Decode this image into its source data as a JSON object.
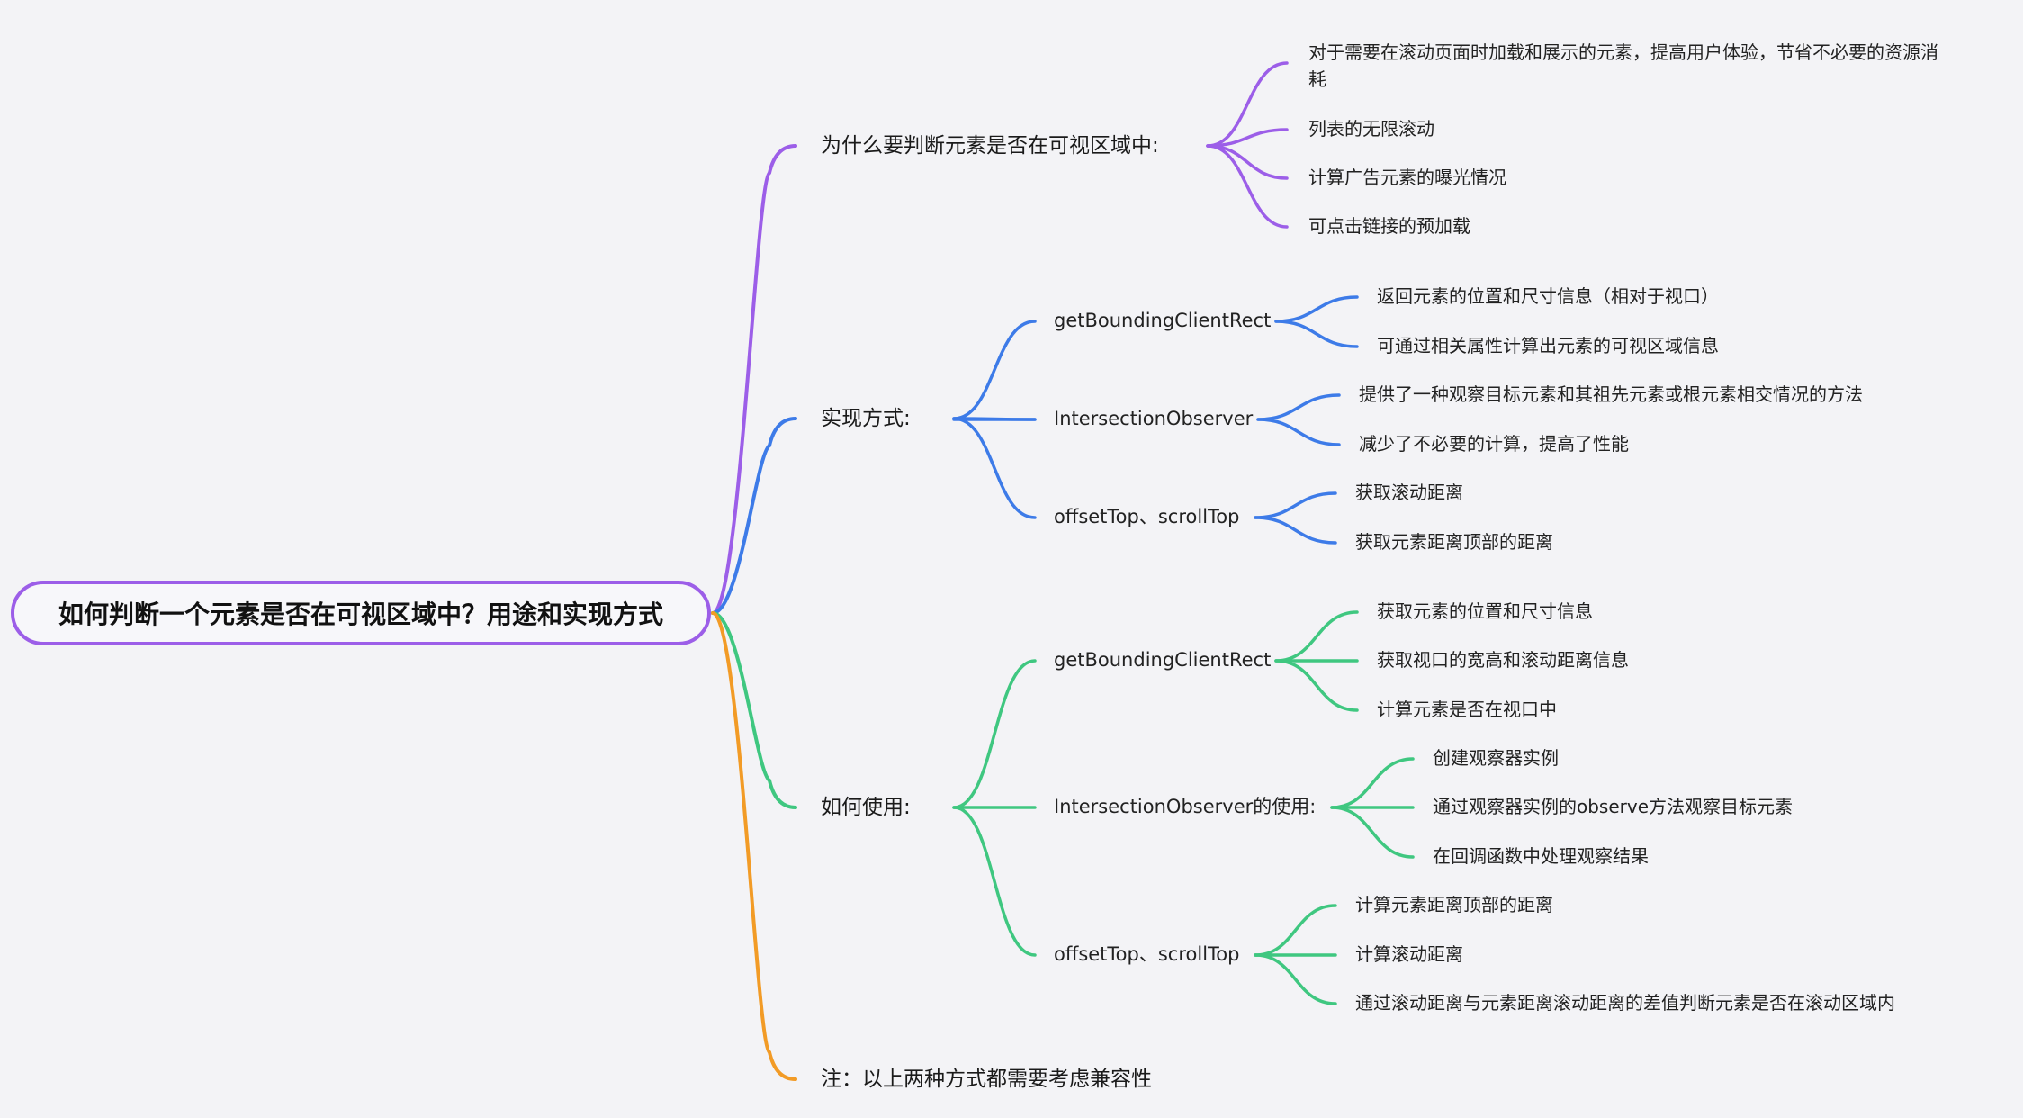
{
  "root": {
    "text": "如何判断一个元素是否在可视区域中？用途和实现方式",
    "color": "#9c5ee8"
  },
  "colors": {
    "purple": "#9c5ee8",
    "blue": "#3d7be8",
    "green": "#3fc780",
    "orange": "#f29b26",
    "background": "#f3f3f6"
  },
  "branches": [
    {
      "label": "为什么要判断元素是否在可视区域中:",
      "color": "#9c5ee8",
      "leaves": [
        {
          "text": "对于需要在滚动页面时加载和展示的元素，提高用户体验，节省不必要的资源消",
          "text2": "耗"
        },
        {
          "text": "列表的无限滚动"
        },
        {
          "text": "计算广告元素的曝光情况"
        },
        {
          "text": "可点击链接的预加载"
        }
      ]
    },
    {
      "label": "实现方式:",
      "color": "#3d7be8",
      "subs": [
        {
          "label": "getBoundingClientRect",
          "leaves": [
            "返回元素的位置和尺寸信息（相对于视口）",
            "可通过相关属性计算出元素的可视区域信息"
          ]
        },
        {
          "label": "IntersectionObserver",
          "leaves": [
            "提供了一种观察目标元素和其祖先元素或根元素相交情况的方法",
            "减少了不必要的计算，提高了性能"
          ]
        },
        {
          "label": "offsetTop、scrollTop",
          "leaves": [
            "获取滚动距离",
            "获取元素距离顶部的距离"
          ]
        }
      ]
    },
    {
      "label": "如何使用:",
      "color": "#3fc780",
      "subs": [
        {
          "label": "getBoundingClientRect",
          "leaves": [
            "获取元素的位置和尺寸信息",
            "获取视口的宽高和滚动距离信息",
            "计算元素是否在视口中"
          ]
        },
        {
          "label": "IntersectionObserver的使用:",
          "leaves": [
            "创建观察器实例",
            "通过观察器实例的observe方法观察目标元素",
            "在回调函数中处理观察结果"
          ]
        },
        {
          "label": "offsetTop、scrollTop",
          "leaves": [
            "计算元素距离顶部的距离",
            "计算滚动距离",
            "通过滚动距离与元素距离滚动距离的差值判断元素是否在滚动区域内"
          ]
        }
      ]
    },
    {
      "label": "注：以上两种方式都需要考虑兼容性",
      "color": "#f29b26"
    }
  ]
}
